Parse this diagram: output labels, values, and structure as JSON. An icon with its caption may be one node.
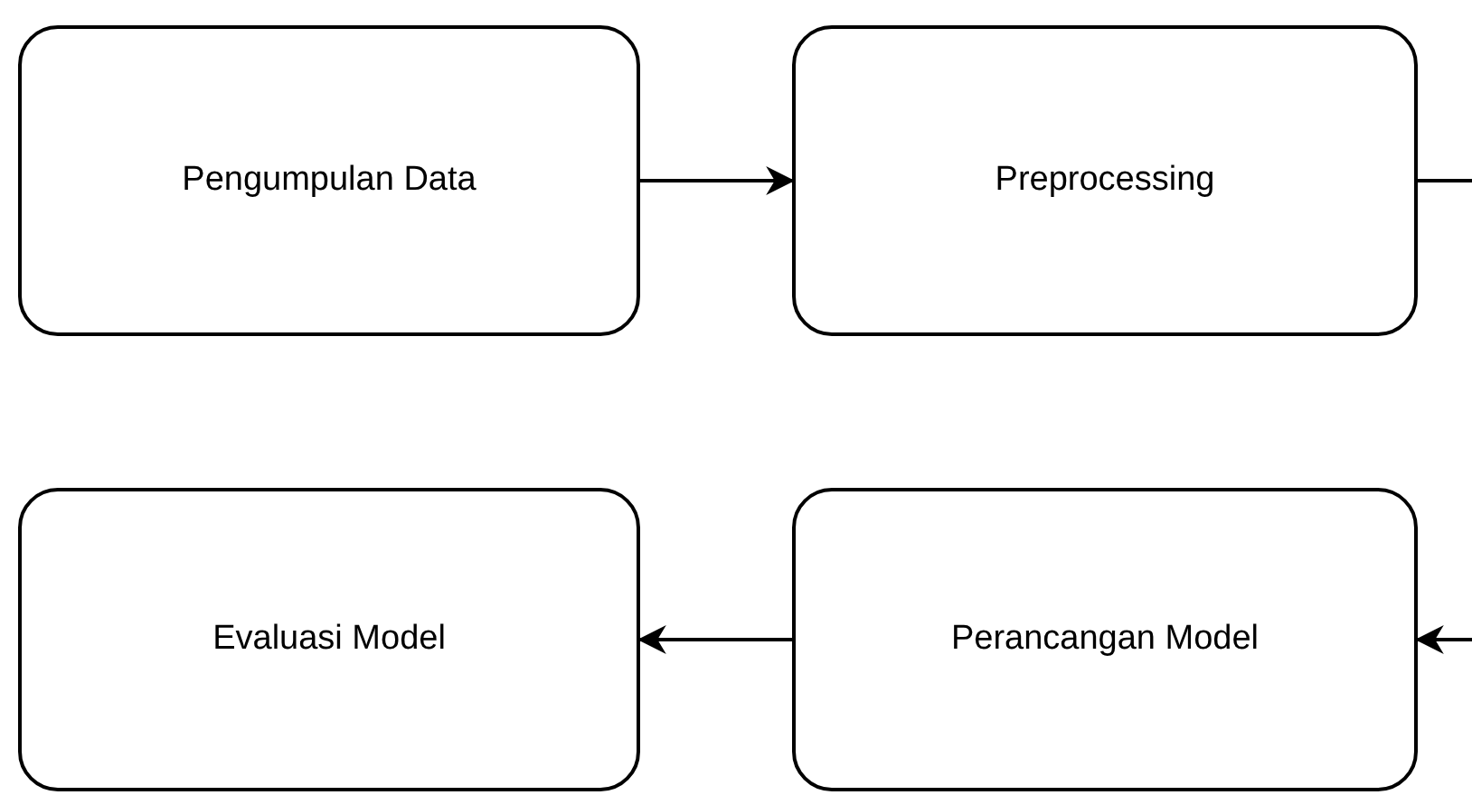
{
  "diagram": {
    "nodes": [
      {
        "text": [
          "Pengumpulan Data"
        ]
      },
      {
        "text": [
          "Preprocessing"
        ]
      },
      {
        "text": [
          "Perancangan Model"
        ]
      },
      {
        "text": [
          "Evaluasi Model"
        ]
      }
    ],
    "edges": [
      {
        "from": 0,
        "to": 1,
        "arrow": "to"
      },
      {
        "from": 1,
        "to": 2,
        "arrow": "to"
      },
      {
        "from": 2,
        "to": 3,
        "arrow": "to"
      }
    ]
  }
}
